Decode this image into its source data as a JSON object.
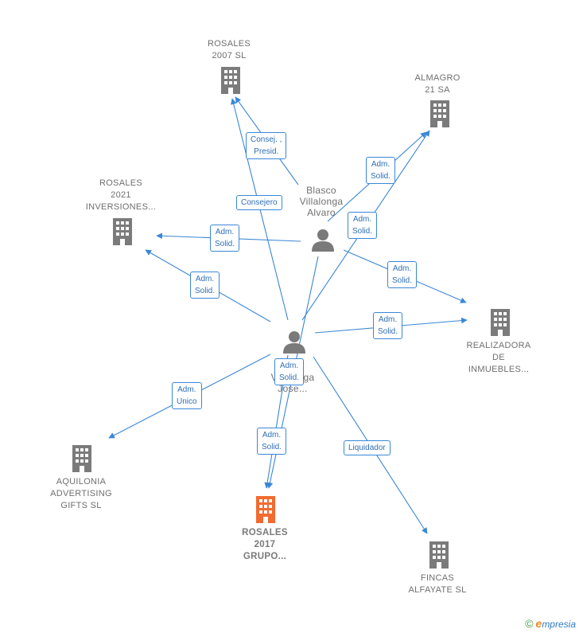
{
  "colors": {
    "edge": "#3a87d6",
    "company": "#7b7b7b",
    "focus_company": "#f26b30",
    "person": "#7a7a7a",
    "label_text": "#6f6f6f"
  },
  "nodes": {
    "rosales_2007": {
      "type": "company",
      "lines": [
        "ROSALES",
        "2007 SL"
      ]
    },
    "almagro_21": {
      "type": "company",
      "lines": [
        "ALMAGRO",
        "21 SA"
      ]
    },
    "rosales_2021": {
      "type": "company",
      "lines": [
        "ROSALES",
        "2021",
        "INVERSIONES..."
      ]
    },
    "realizadora": {
      "type": "company",
      "lines": [
        "REALIZADORA",
        "DE",
        "INMUEBLES..."
      ]
    },
    "aquilonia": {
      "type": "company",
      "lines": [
        "AQUILONIA",
        "ADVERTISING",
        "GIFTS  SL"
      ]
    },
    "rosales_2017": {
      "type": "focus-company",
      "lines": [
        "ROSALES",
        "2017",
        "GRUPO..."
      ]
    },
    "fincas_alfayate": {
      "type": "company",
      "lines": [
        "FINCAS",
        "ALFAYATE SL"
      ]
    },
    "blasco": {
      "type": "person",
      "lines": [
        "Blasco",
        "Villalonga",
        "Alvaro"
      ]
    },
    "person2": {
      "type": "person",
      "lines": [
        "Villalonga",
        "Jose..."
      ]
    }
  },
  "edge_labels": {
    "consej_presid": [
      "Consej. ,",
      "Presid."
    ],
    "consejero": [
      "Consejero"
    ],
    "adm_solid_almagro_a": [
      "Adm.",
      "Solid."
    ],
    "adm_solid_almagro_b": [
      "Adm.",
      "Solid."
    ],
    "adm_solid_r2021_a": [
      "Adm.",
      "Solid."
    ],
    "adm_solid_r2021_b": [
      "Adm.",
      "Solid."
    ],
    "adm_solid_real_a": [
      "Adm.",
      "Solid."
    ],
    "adm_solid_real_b": [
      "Adm.",
      "Solid."
    ],
    "adm_unico": [
      "Adm.",
      "Unico"
    ],
    "adm_solid_r2017_a": [
      "Adm.",
      "Solid."
    ],
    "adm_solid_r2017_b": [
      "Adm.",
      "Solid."
    ],
    "liquidador": [
      "Liquidador"
    ]
  },
  "footer": {
    "copyright": "©",
    "brand_initial": "e",
    "brand_rest": "mpresia"
  }
}
